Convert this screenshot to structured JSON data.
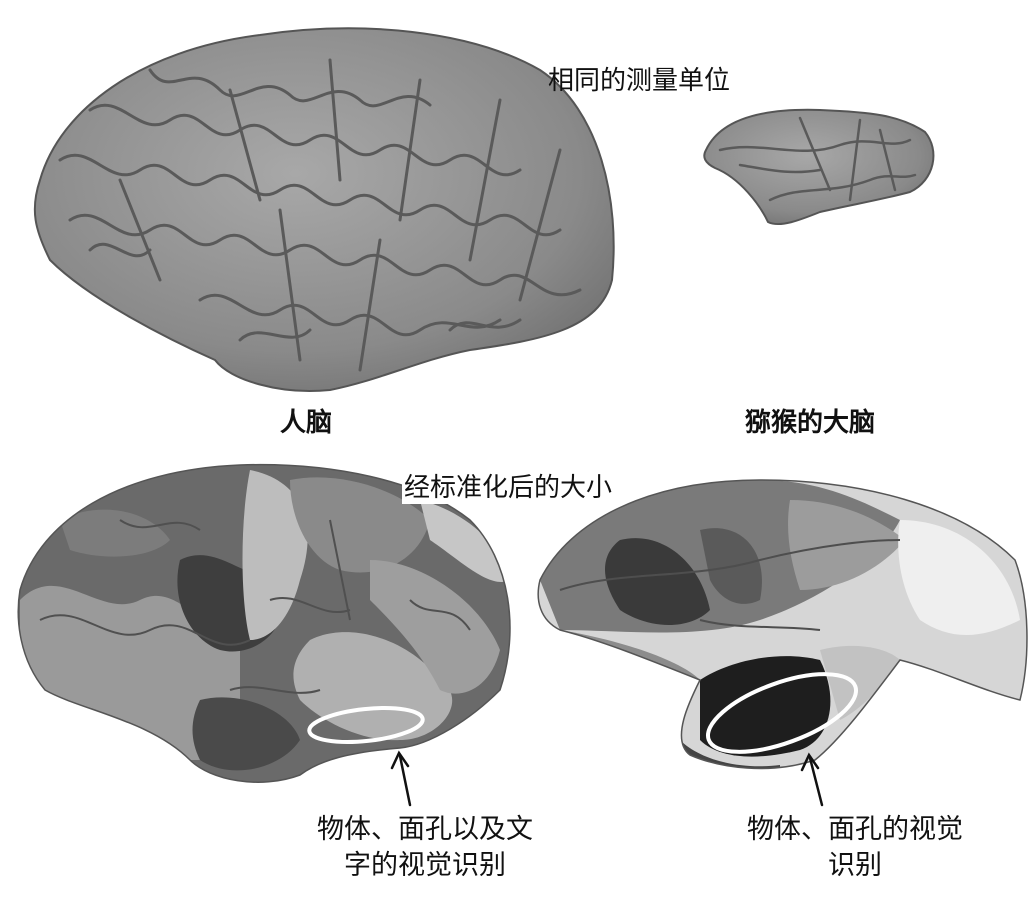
{
  "top": {
    "scale_note": "相同的测量单位",
    "human_label": "人脑",
    "macaque_label": "猕猴的大脑"
  },
  "bottom": {
    "scale_note": "经标准化后的大小",
    "human_caption_line1": "物体、面孔以及文",
    "human_caption_line2": "字的视觉识别",
    "macaque_caption_line1": "物体、面孔的视觉",
    "macaque_caption_line2": "识别"
  },
  "colors": {
    "highlight_ellipse": "#ffffff",
    "brain_surface": "#8c8c8c",
    "arrow": "#111111"
  }
}
